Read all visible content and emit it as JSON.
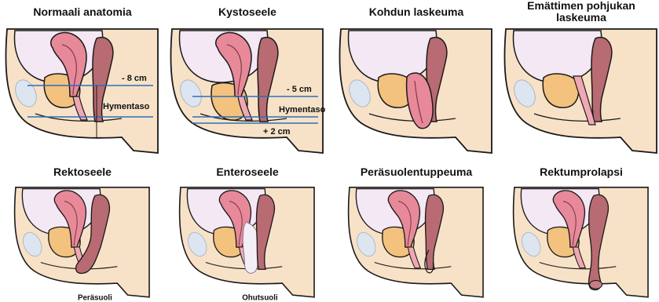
{
  "panels": [
    {
      "title": "Normaali anatomia",
      "variant": "normal",
      "labels": {
        "measure_top": "- 8 cm",
        "hymen": "Hymentaso"
      }
    },
    {
      "title": "Kystoseele",
      "variant": "cystocele",
      "labels": {
        "measure_top": "- 5 cm",
        "hymen": "Hymentaso",
        "measure_bottom": "+ 2 cm"
      }
    },
    {
      "title": "Kohdun laskeuma",
      "variant": "uterine"
    },
    {
      "title": "Emättimen pohjukan laskeuma",
      "variant": "vault"
    },
    {
      "title": "Rektoseele",
      "variant": "rectocele",
      "labels": {
        "organ": "Peräsuoli"
      }
    },
    {
      "title": "Enteroseele",
      "variant": "enterocele",
      "labels": {
        "organ": "Ohutsuoli"
      }
    },
    {
      "title": "Peräsuolentuppeuma",
      "variant": "intussusception"
    },
    {
      "title": "Rektumprolapsi",
      "variant": "rectal-prolapse"
    }
  ],
  "colors": {
    "skin": "#f7e2c8",
    "outline": "#1a1a1a",
    "abdomen": "#f3e8f4",
    "bladder": "#f2c27e",
    "uterus": "#e8899a",
    "rectum": "#b86b72",
    "bone": "#dde6f0",
    "line": "#2b6fb8"
  }
}
